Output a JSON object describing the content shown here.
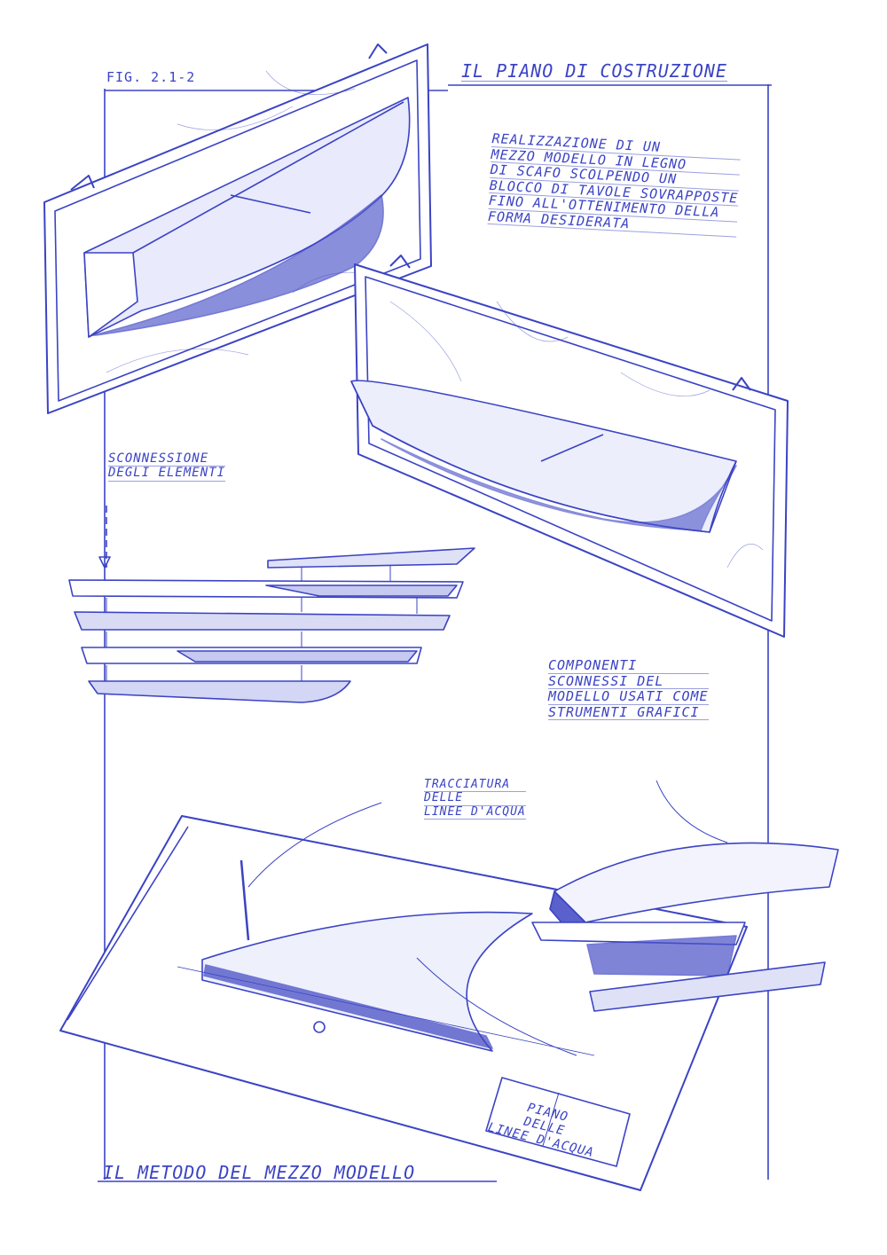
{
  "figure": {
    "id_label": "FIG. 2.1-2",
    "title": "IL PIANO DI COSTRUZIONE",
    "caption": "IL METODO DEL MEZZO MODELLO",
    "ink_color": "#3b43c4"
  },
  "notes": {
    "realizzazione": [
      "REALIZZAZIONE DI UN",
      "MEZZO MODELLO IN LEGNO",
      "DI SCAFO SCOLPENDO UN",
      "BLOCCO DI TAVOLE SOVRAPPOSTE",
      "FINO ALL'OTTENIMENTO DELLA",
      "FORMA DESIDERATA"
    ],
    "sconnessione": [
      "SCONNESSIONE",
      "DEGLI ELEMENTI"
    ],
    "componenti": [
      "COMPONENTI",
      "SCONNESSI DEL",
      "MODELLO USATI COME",
      "STRUMENTI GRAFICI"
    ],
    "tracciatura": [
      "TRACCIATURA",
      "DELLE",
      "LINEE D'ACQUA"
    ],
    "piano_label": [
      "PIANO",
      "DELLE",
      "LINEE D'ACQUA"
    ]
  }
}
